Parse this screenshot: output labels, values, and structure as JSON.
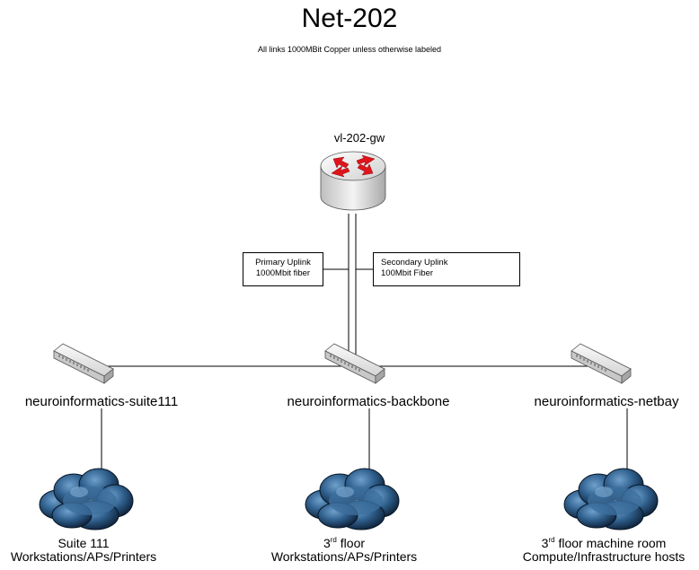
{
  "title": "Net-202",
  "subtitle": "All links 1000MBit Copper unless otherwise labeled",
  "router": {
    "name": "vl-202-gw",
    "icon": "router-icon"
  },
  "uplinks": {
    "primary": {
      "line1": "Primary Uplink",
      "line2": "1000Mbit fiber"
    },
    "secondary": {
      "line1": "Secondary Uplink",
      "line2": "100Mbit Fiber"
    }
  },
  "switches": [
    {
      "name": "neuroinformatics-suite111",
      "icon": "network-switch-icon"
    },
    {
      "name": "neuroinformatics-backbone",
      "icon": "network-switch-icon"
    },
    {
      "name": "neuroinformatics-netbay",
      "icon": "network-switch-icon"
    }
  ],
  "clouds": [
    {
      "line1": "Suite 111",
      "line2": "Workstations/APs/Printers",
      "icon": "network-cloud-icon"
    },
    {
      "line1_num": "3",
      "line1_sup": "rd",
      "line1_rest": " floor",
      "line2": "Workstations/APs/Printers",
      "icon": "network-cloud-icon"
    },
    {
      "line1_num": "3",
      "line1_sup": "rd",
      "line1_rest": " floor machine room",
      "line2": "Compute/Infrastructure hosts",
      "icon": "network-cloud-icon"
    }
  ],
  "colors": {
    "router_arrows": "#e0141c",
    "cloud_fill": "#2a5a86",
    "cloud_dark": "#0c1e34",
    "switch_fill": "#e6e6e6",
    "line": "#000000"
  }
}
